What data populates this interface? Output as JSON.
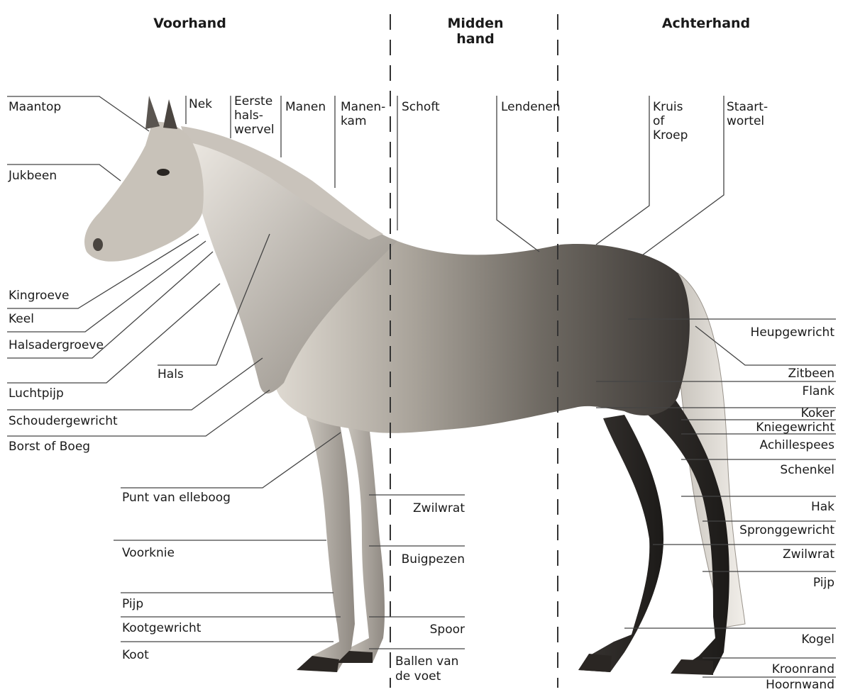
{
  "sections": {
    "voorhand": "Voorhand",
    "middenhand_1": "Midden",
    "middenhand_2": "hand",
    "achterhand": "Achterhand"
  },
  "labels": {
    "maantop": "Maantop",
    "nek": "Nek",
    "eerste_halswervel": [
      "Eerste",
      "hals-",
      "wervel"
    ],
    "manen": "Manen",
    "manenkam": [
      "Manen-",
      "kam"
    ],
    "schoft": "Schoft",
    "lendenen": "Lendenen",
    "kruis": [
      "Kruis",
      "of",
      "Kroep"
    ],
    "staartwortel": [
      "Staart-",
      "wortel"
    ],
    "jukbeen": "Jukbeen",
    "kingroeve": "Kingroeve",
    "keel": "Keel",
    "halsadergroeve": "Halsadergroeve",
    "hals": "Hals",
    "luchtpijp": "Luchtpijp",
    "schoudergewricht": "Schoudergewricht",
    "borst": "Borst of Boeg",
    "punt_elleboog": "Punt van elleboog",
    "voorknie": "Voorknie",
    "pijp_voor": "Pijp",
    "kootgewricht": "Kootgewricht",
    "koot": "Koot",
    "zwilwrat_voor": "Zwilwrat",
    "buigpezen": "Buigpezen",
    "spoor": "Spoor",
    "ballen": [
      "Ballen van",
      "de voet"
    ],
    "heupgewricht": "Heupgewricht",
    "zitbeen": "Zitbeen",
    "flank": "Flank",
    "koker": "Koker",
    "kniegewricht": "Kniegewricht",
    "achillespees": "Achillespees",
    "schenkel": "Schenkel",
    "hak": "Hak",
    "spronggewricht": "Spronggewricht",
    "zwilwrat_achter": "Zwilwrat",
    "pijp_achter": "Pijp",
    "kogel": "Kogel",
    "kroonrand": "Kroonrand",
    "hoornwand": "Hoornwand"
  },
  "colors": {
    "coat_light": "#d9d4cc",
    "coat_mid": "#8a857d",
    "coat_dark": "#2b2825",
    "line": "#444444"
  }
}
